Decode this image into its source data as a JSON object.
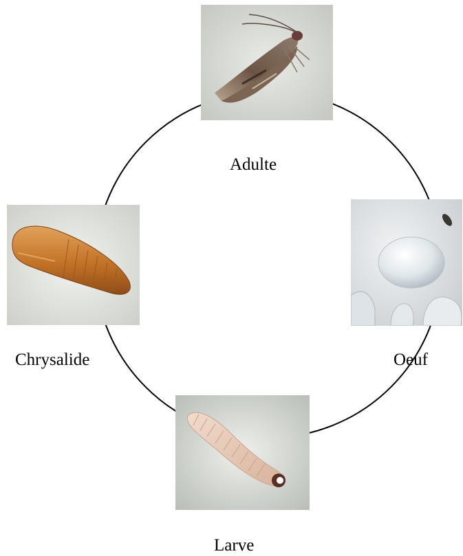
{
  "stages": {
    "adult": {
      "label": "Adulte",
      "photo": "moth-adult-photo"
    },
    "egg": {
      "label": "Oeuf",
      "photo": "egg-photo"
    },
    "larva": {
      "label": "Larve",
      "photo": "larva-photo"
    },
    "pupa": {
      "label": "Chrysalide",
      "photo": "pupa-photo"
    }
  },
  "colors": {
    "cycle_line": "#000000",
    "background": "#ffffff"
  }
}
